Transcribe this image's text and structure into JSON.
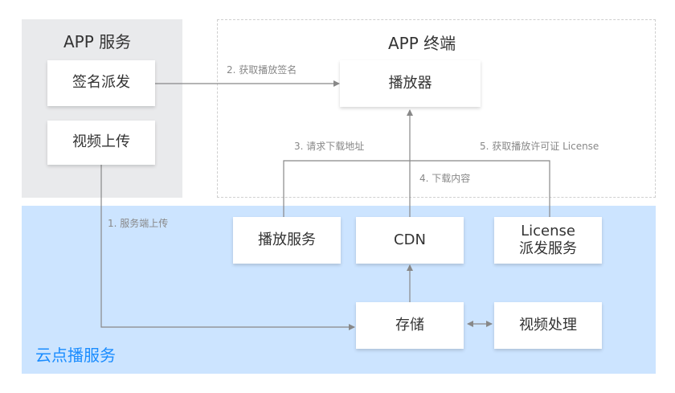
{
  "regions": {
    "app_service": "APP 服务",
    "app_terminal": "APP 终端",
    "vod": "云点播服务"
  },
  "nodes": {
    "sign_dispatch": "签名派发",
    "video_upload": "视频上传",
    "player": "播放器",
    "play_service": "播放服务",
    "cdn": "CDN",
    "license_service": "License\n派发服务",
    "storage": "存储",
    "video_processing": "视频处理"
  },
  "edges": {
    "get_signature": "2. 获取播放签名",
    "request_url": "3. 请求下载地址",
    "get_license": "5. 获取播放许可证 License",
    "download_content": "4. 下载内容",
    "server_upload": "1. 服务端上传"
  },
  "colors": {
    "app_service_bg": "#e9eaec",
    "vod_bg": "#cce4ff",
    "vod_title": "#1a8cff",
    "edge": "#888888"
  }
}
